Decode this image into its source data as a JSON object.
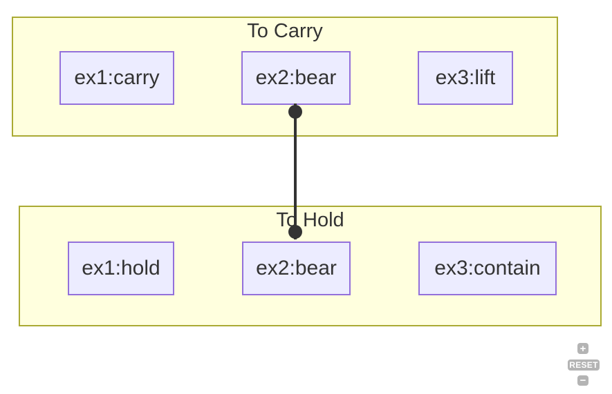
{
  "diagram": {
    "type": "flowchart",
    "groups": [
      {
        "id": "carry",
        "title": "To Carry",
        "nodes": [
          {
            "label": "ex1:carry"
          },
          {
            "label": "ex2:bear"
          },
          {
            "label": "ex3:lift"
          }
        ]
      },
      {
        "id": "hold",
        "title": "To Hold",
        "nodes": [
          {
            "label": "ex1:hold"
          },
          {
            "label": "ex2:bear"
          },
          {
            "label": "ex3:contain"
          }
        ]
      }
    ],
    "edges": [
      {
        "from": "To Carry / ex2:bear",
        "to": "To Hold / ex2:bear",
        "line_style": "solid",
        "endpoints": "filled-dot-both-ends"
      }
    ]
  },
  "controls": {
    "zoom_in_label": "+",
    "reset_label": "RESET",
    "zoom_out_label": "−"
  },
  "colors": {
    "cluster_fill": "#ffffde",
    "cluster_border": "#aaaa33",
    "node_fill": "#ececff",
    "node_border": "#9370db",
    "text": "#333333",
    "edge": "#333333",
    "control_bg": "#b4b4b4",
    "control_text": "#ffffff"
  }
}
